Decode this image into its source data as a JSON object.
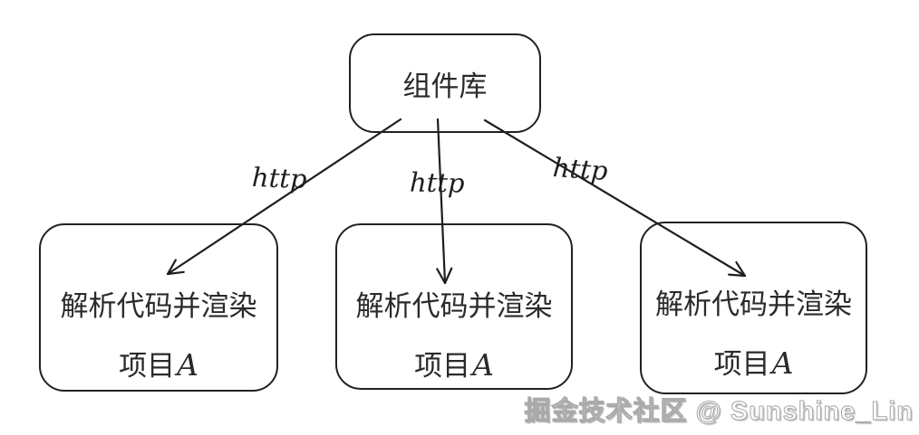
{
  "diagram": {
    "root": {
      "label": "组件库"
    },
    "edges": [
      {
        "label": "http"
      },
      {
        "label": "http"
      },
      {
        "label": "http"
      }
    ],
    "nodes": [
      {
        "line1": "解析代码并渲染",
        "line2": "项目",
        "line2_suffix": "A"
      },
      {
        "line1": "解析代码并渲染",
        "line2": "项目",
        "line2_suffix": "A"
      },
      {
        "line1": "解析代码并渲染",
        "line2": "项目",
        "line2_suffix": "A"
      }
    ],
    "watermark": "掘金技术社区 @ Sunshine_Lin",
    "colors": {
      "stroke": "#1e1e1e",
      "text": "#2a2a2a",
      "background": "#ffffff",
      "watermark_stroke": "#a9a9a9"
    }
  }
}
